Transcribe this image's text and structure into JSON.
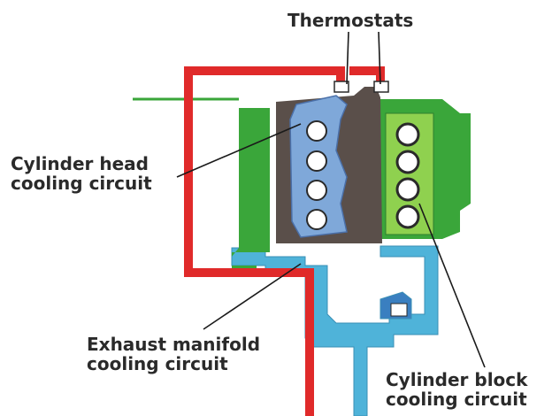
{
  "labels": {
    "thermostats": "Thermostats",
    "cylinder_head": [
      "Cylinder head",
      "cooling circuit"
    ],
    "exhaust_manifold": [
      "Exhaust manifold",
      "cooling circuit"
    ],
    "cylinder_block": [
      "Cylinder block",
      "cooling circuit"
    ]
  },
  "colors": {
    "red_pipe": "#e02a2a",
    "blue_circuit": "#4fb3d9",
    "head_fill": "#7fa8d9",
    "block_green": "#3aa63a",
    "block_light": "#8fd14f",
    "engine_body": "#5a4f4a",
    "label_text": "#2a2a2a"
  }
}
